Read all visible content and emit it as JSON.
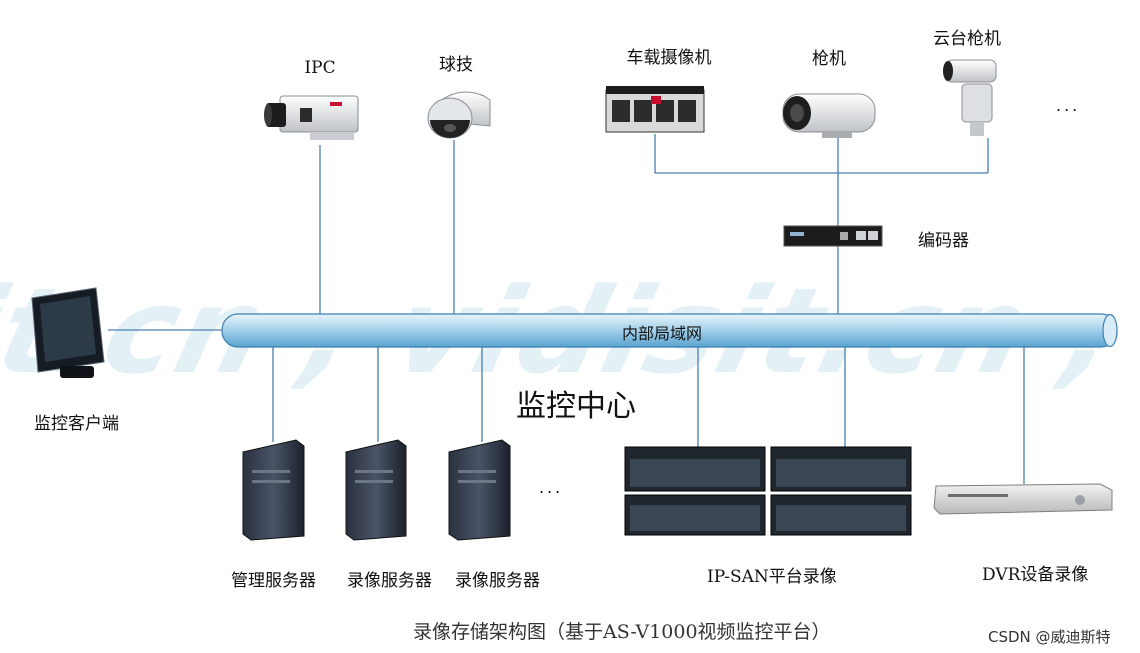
{
  "watermark": "it.cn , vidisit.cn , vidi",
  "devices_top": {
    "ipc": "IPC",
    "dome": "球技",
    "vehicle_cam": "车载摄像机",
    "bullet_cam": "枪机",
    "ptz_cam": "云台枪机",
    "more": "...",
    "encoder": "编码器"
  },
  "network": {
    "bus_label": "内部局域网",
    "center_label": "监控中心"
  },
  "client": {
    "label": "监控客户端"
  },
  "servers": {
    "mgmt": "管理服务器",
    "rec1": "录像服务器",
    "rec2": "录像服务器",
    "more": "..."
  },
  "storage": {
    "ipsan": "IP-SAN平台录像",
    "dvr": "DVR设备录像"
  },
  "caption": "录像存储架构图（基于AS-V1000视频监控平台）",
  "credit": "CSDN @威迪斯特"
}
